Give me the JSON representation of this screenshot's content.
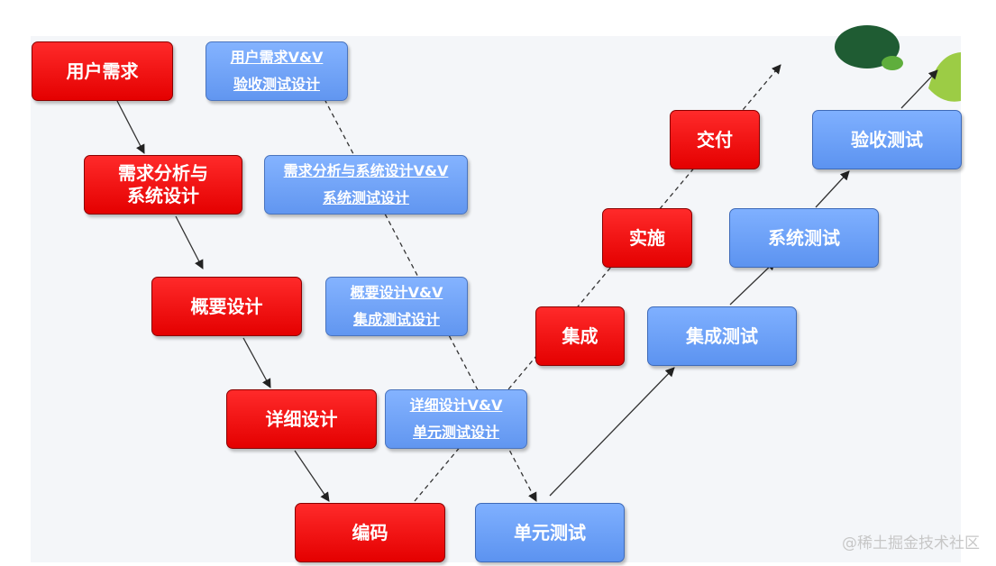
{
  "left_phases": {
    "user_requirements": "用户需求",
    "requirements_analysis_line1": "需求分析与",
    "requirements_analysis_line2": "系统设计",
    "outline_design": "概要设计",
    "detailed_design": "详细设计",
    "coding": "编码"
  },
  "vv_boxes": {
    "user_req_vv_line1": "用户需求V&V",
    "user_req_vv_line2": "验收测试设计",
    "req_analysis_vv_line1": "需求分析与系统设计V&V",
    "req_analysis_vv_line2": "系统测试设计",
    "outline_vv_line1": "概要设计V&V",
    "outline_vv_line2": "集成测试设计",
    "detailed_vv_line1": "详细设计V&V",
    "detailed_vv_line2": "单元测试设计"
  },
  "test_phases": {
    "unit_test": "单元测试",
    "integration_test": "集成测试",
    "system_test": "系统测试",
    "acceptance_test": "验收测试"
  },
  "delivery_phases": {
    "integration": "集成",
    "implementation": "实施",
    "delivery": "交付"
  },
  "watermark": "@稀土掘金技术社区",
  "colors": {
    "phase_red": "#e40000",
    "test_blue": "#6a9ef5",
    "background": "#f4f6f9"
  }
}
